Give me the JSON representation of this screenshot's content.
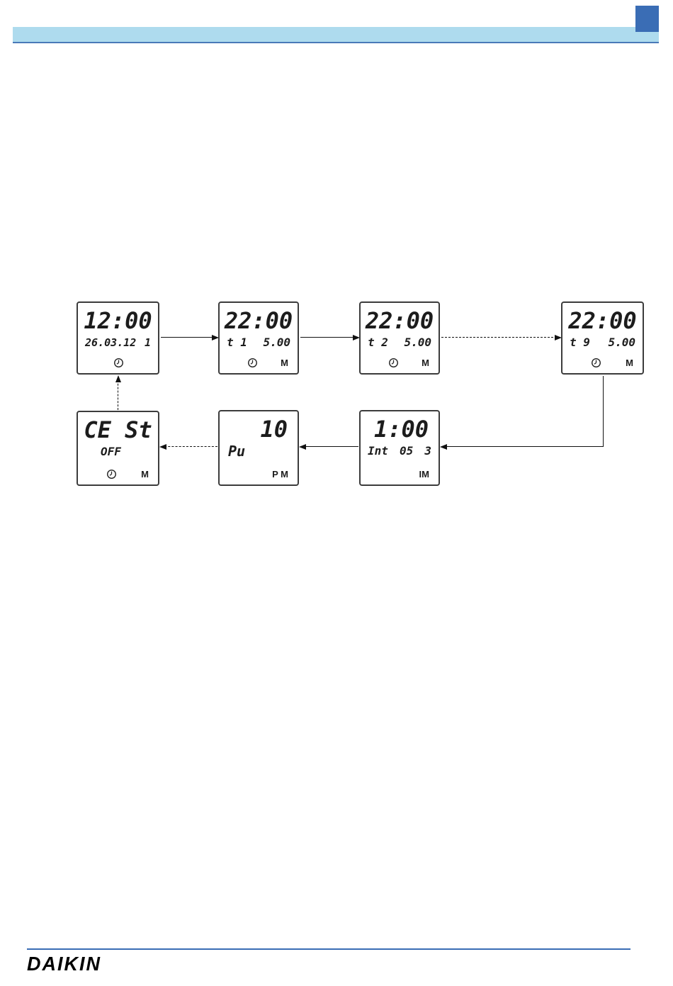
{
  "colors": {
    "header_bar": "#aedbee",
    "accent_blue": "#3a6db5"
  },
  "footer": {
    "logo": "DAIKIN"
  },
  "diagram": {
    "screens": [
      {
        "name": "clock",
        "main": "12:00",
        "sub_left": "26.03.12",
        "sub_right": "1"
      },
      {
        "name": "timer-t1",
        "main": "22:00",
        "sub_left": "t 1",
        "sub_right": "5.00",
        "status_right": "M"
      },
      {
        "name": "timer-t2",
        "main": "22:00",
        "sub_left": "t 2",
        "sub_right": "5.00",
        "status_right": "M"
      },
      {
        "name": "timer-t9",
        "main": "22:00",
        "sub_left": "t 9",
        "sub_right": "5.00",
        "status_right": "M"
      },
      {
        "name": "interval",
        "main": "1:00",
        "sub_left": "Int",
        "sub_mid": "05",
        "sub_right": "3",
        "status_right": "IM"
      },
      {
        "name": "pulse",
        "main": "10",
        "mid_left": "Pu",
        "status_right": "P M"
      },
      {
        "name": "cest",
        "main": "CE St",
        "sub_left": "OFF",
        "status_right": "M"
      }
    ]
  }
}
